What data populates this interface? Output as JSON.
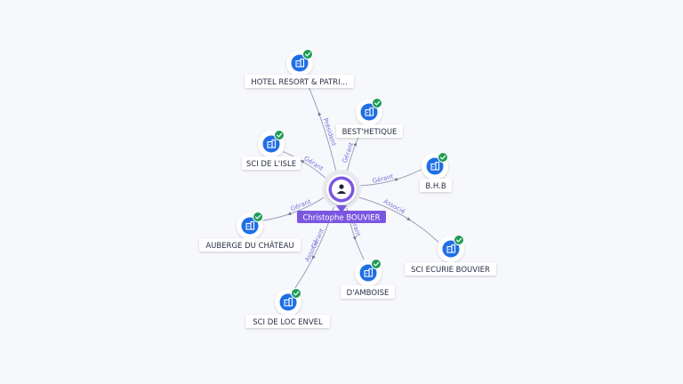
{
  "center": {
    "name": "Christophe BOUVIER",
    "icon": "person-icon",
    "color": "#7b57e0"
  },
  "colors": {
    "company": "#1f6fe6",
    "check": "#1f9d55",
    "edge": "#9aa0b8",
    "edge_label": "#7b6fd8"
  },
  "nodes": [
    {
      "id": "hotel",
      "label": "HOTEL RESORT & PATRI...",
      "relations": [
        "Président"
      ],
      "icon": "building-icon",
      "verified": true
    },
    {
      "id": "bestethique",
      "label": "BEST'HETIQUE",
      "relations": [
        "Gérant"
      ],
      "icon": "building-icon",
      "verified": true
    },
    {
      "id": "scidelisle",
      "label": "SCI DE L'ISLE",
      "relations": [
        "Gérant"
      ],
      "icon": "building-icon",
      "verified": true
    },
    {
      "id": "bhb",
      "label": "B.H.B",
      "relations": [
        "Gérant"
      ],
      "icon": "building-icon",
      "verified": true
    },
    {
      "id": "auberge",
      "label": "AUBERGE DU CHÂTEAU",
      "relations": [
        "Gérant"
      ],
      "icon": "building-icon",
      "verified": true
    },
    {
      "id": "sciecurie",
      "label": "SCI ECURIE BOUVIER",
      "relations": [
        "Associé"
      ],
      "icon": "building-icon",
      "verified": true
    },
    {
      "id": "damboise",
      "label": "D'AMBOISE",
      "relations": [
        "Gérant"
      ],
      "icon": "building-icon",
      "verified": true
    },
    {
      "id": "scilocenvel",
      "label": "SCI DE LOC ENVEL",
      "relations": [
        "Gérant",
        "Associé"
      ],
      "icon": "building-icon",
      "verified": true
    }
  ]
}
